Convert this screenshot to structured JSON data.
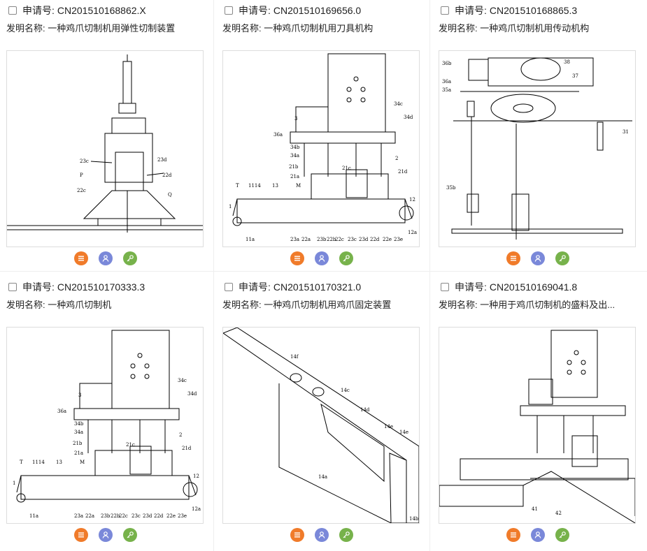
{
  "labels": {
    "app_no": "申请号:",
    "invention_name": "发明名称:"
  },
  "colors": {
    "list_button": "#f07b2a",
    "user_button": "#7a88d9",
    "key_button": "#77b24b"
  },
  "cards": [
    {
      "app_no": "CN201510168862.X",
      "name": "一种鸡爪切制机用弹性切制装置",
      "drawing": "vertical-press",
      "callouts": [
        "23c",
        "23d",
        "P",
        "22d",
        "22c",
        "Q"
      ]
    },
    {
      "app_no": "CN201510169656.0",
      "name": "一种鸡爪切制机用刀具机构",
      "drawing": "machine",
      "callouts": [
        "34c",
        "34d",
        "36a",
        "3",
        "34b",
        "34a",
        "2",
        "21b",
        "21c",
        "21d",
        "21a",
        "T",
        "1114",
        "13",
        "M",
        "12",
        "1",
        "11a",
        "23a",
        "22a",
        "23b",
        "22b",
        "22c",
        "23c",
        "23d",
        "22d",
        "22e",
        "23e",
        "12a"
      ]
    },
    {
      "app_no": "CN201510168865.3",
      "name": "一种鸡爪切制机用传动机构",
      "drawing": "drive",
      "callouts": [
        "36b",
        "38",
        "36a",
        "37",
        "35a",
        "31",
        "35b"
      ]
    },
    {
      "app_no": "CN201510170333.3",
      "name": "一种鸡爪切制机",
      "drawing": "machine",
      "callouts": [
        "34c",
        "34d",
        "36a",
        "3",
        "34b",
        "34a",
        "2",
        "21b",
        "21c",
        "21d",
        "21a",
        "T",
        "1114",
        "13",
        "M",
        "12",
        "1",
        "11a",
        "23a",
        "22a",
        "23b",
        "22b",
        "22c",
        "23c",
        "23d",
        "22d",
        "22e",
        "23e",
        "12a"
      ]
    },
    {
      "app_no": "CN201510170321.0",
      "name": "一种鸡爪切制机用鸡爪固定装置",
      "drawing": "fixture",
      "callouts": [
        "14f",
        "14c",
        "14d",
        "14e",
        "14e",
        "14a",
        "14b"
      ]
    },
    {
      "app_no": "CN201510169041.8",
      "name": "一种用于鸡爪切制机的盛料及出...",
      "drawing": "hopper",
      "callouts": [
        "41",
        "42"
      ]
    }
  ]
}
